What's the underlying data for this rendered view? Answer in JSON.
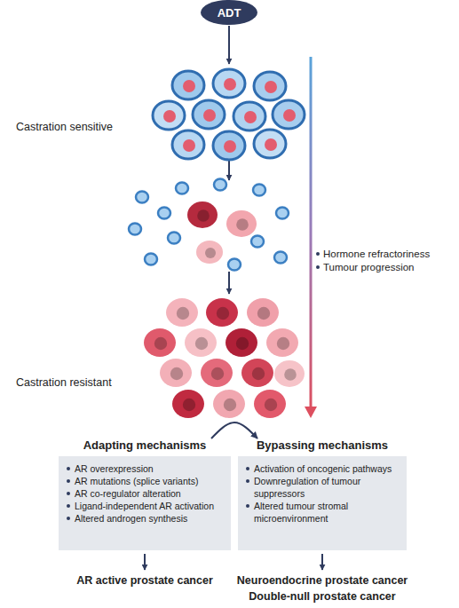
{
  "diagram": {
    "nodes": [
      {
        "text": [
          "ADT"
        ]
      },
      {
        "text": [
          "Adapting mechanisms",
          "AR overexpression",
          "AR mutations (splice variants)",
          "AR co-regulator alteration",
          "Ligand-independent AR activation",
          "Altered androgen synthesis"
        ]
      },
      {
        "text": [
          "Bypassing mechanisms",
          "Activation of oncogenic pathways",
          "Downregulation of tumour suppressors",
          "Altered tumour stromal microenvironment"
        ]
      }
    ],
    "edges": [
      {
        "from": 1,
        "to": 2,
        "arrow": "to"
      }
    ],
    "labels": [
      "Castration sensitive",
      "Hormone refractoriness",
      "Tumour progression",
      "Castration resistant",
      "AR active prostate cancer",
      "Neuroendocrine prostate cancer",
      "Double-null prostate cancer"
    ]
  }
}
